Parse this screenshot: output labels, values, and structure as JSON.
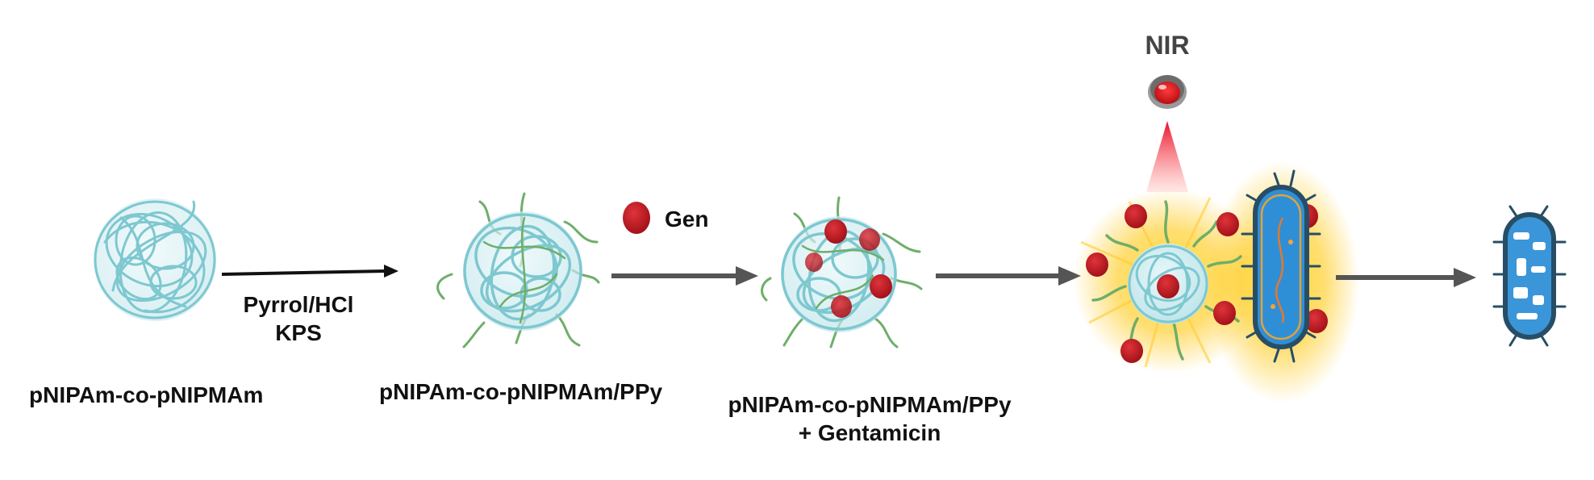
{
  "labels": {
    "stage1": "pNIPAm-co-pNIPMAm",
    "reagent_line1": "Pyrrol/HCl",
    "reagent_line2": "KPS",
    "stage2": "pNIPAm-co-pNIPMAm/PPy",
    "gen_legend": "Gen",
    "stage3_line1": "pNIPAm-co-pNIPMAm/PPy",
    "stage3_line2": "+ Gentamicin",
    "nir": "NIR"
  },
  "colors": {
    "gel_strand": "#7ec8d0",
    "gel_fill": "#d7f0f3",
    "ppy_strand": "#6fae6a",
    "drug": "#b3151b",
    "arrow": "#555555",
    "arrow_first": "#111111",
    "glow": "#ffc400",
    "bacterium_fill": "#2f8fd6",
    "bacterium_outline": "#274e66",
    "laser": "#e8102a"
  },
  "icons": {
    "hydrogel": "yarn-ball-hydrogel-icon",
    "ppy_hydrogel": "ppy-coated-hydrogel-icon",
    "loaded_hydrogel": "drug-loaded-hydrogel-icon",
    "laser": "nir-laser-icon",
    "bacterium": "bacterium-icon",
    "dead_bacterium": "dead-bacterium-icon",
    "drug": "gentamicin-dot-icon"
  }
}
